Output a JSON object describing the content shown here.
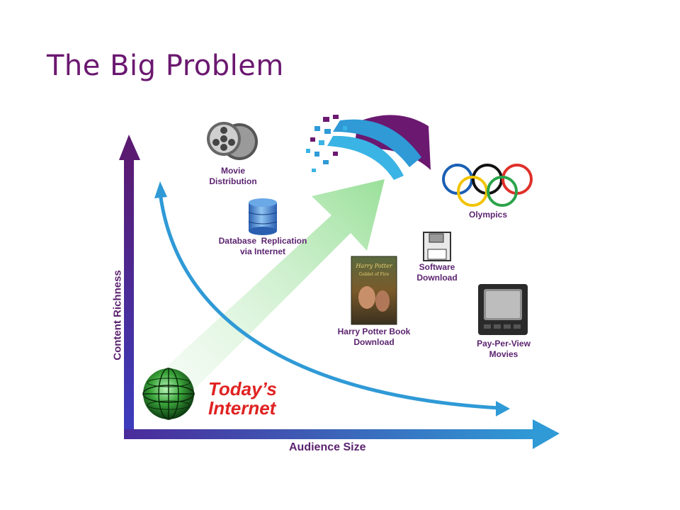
{
  "title": "The Big Problem",
  "axes": {
    "x_label": "Audience Size",
    "y_label": "Content Richness"
  },
  "today": {
    "line1": "Today’s",
    "line2": "Internet"
  },
  "items": {
    "movie": {
      "line1": "Movie",
      "line2": "Distribution"
    },
    "database": {
      "line1": "Database  Replication",
      "line2": "via Internet"
    },
    "harry_potter": {
      "line1": "Harry Potter Book",
      "line2": "Download",
      "cover_title": "Harry Potter",
      "cover_sub": "Goblet of Fire"
    },
    "software": {
      "line1": "Software",
      "line2": "Download"
    },
    "olympics": {
      "line1": "Olympics"
    },
    "ppv": {
      "line1": "Pay-Per-View",
      "line2": "Movies"
    }
  },
  "colors": {
    "title": "#6b1870",
    "label": "#5c2470",
    "axis_start": "#5a1a72",
    "axis_end": "#2f8fd0",
    "curve": "#2f9ad6",
    "growth_arrow": "#98e098",
    "today_text": "#e02222",
    "ring_blue": "#1a5fb4",
    "ring_yellow": "#f2c400",
    "ring_black": "#111111",
    "ring_green": "#2aa34a",
    "ring_red": "#e0302a"
  },
  "icons": [
    "film-reel-icon",
    "database-icon",
    "book-cover-icon",
    "floppy-disk-icon",
    "tv-icon",
    "olympic-rings-icon",
    "globe-icon",
    "logo-swoosh-icon"
  ]
}
